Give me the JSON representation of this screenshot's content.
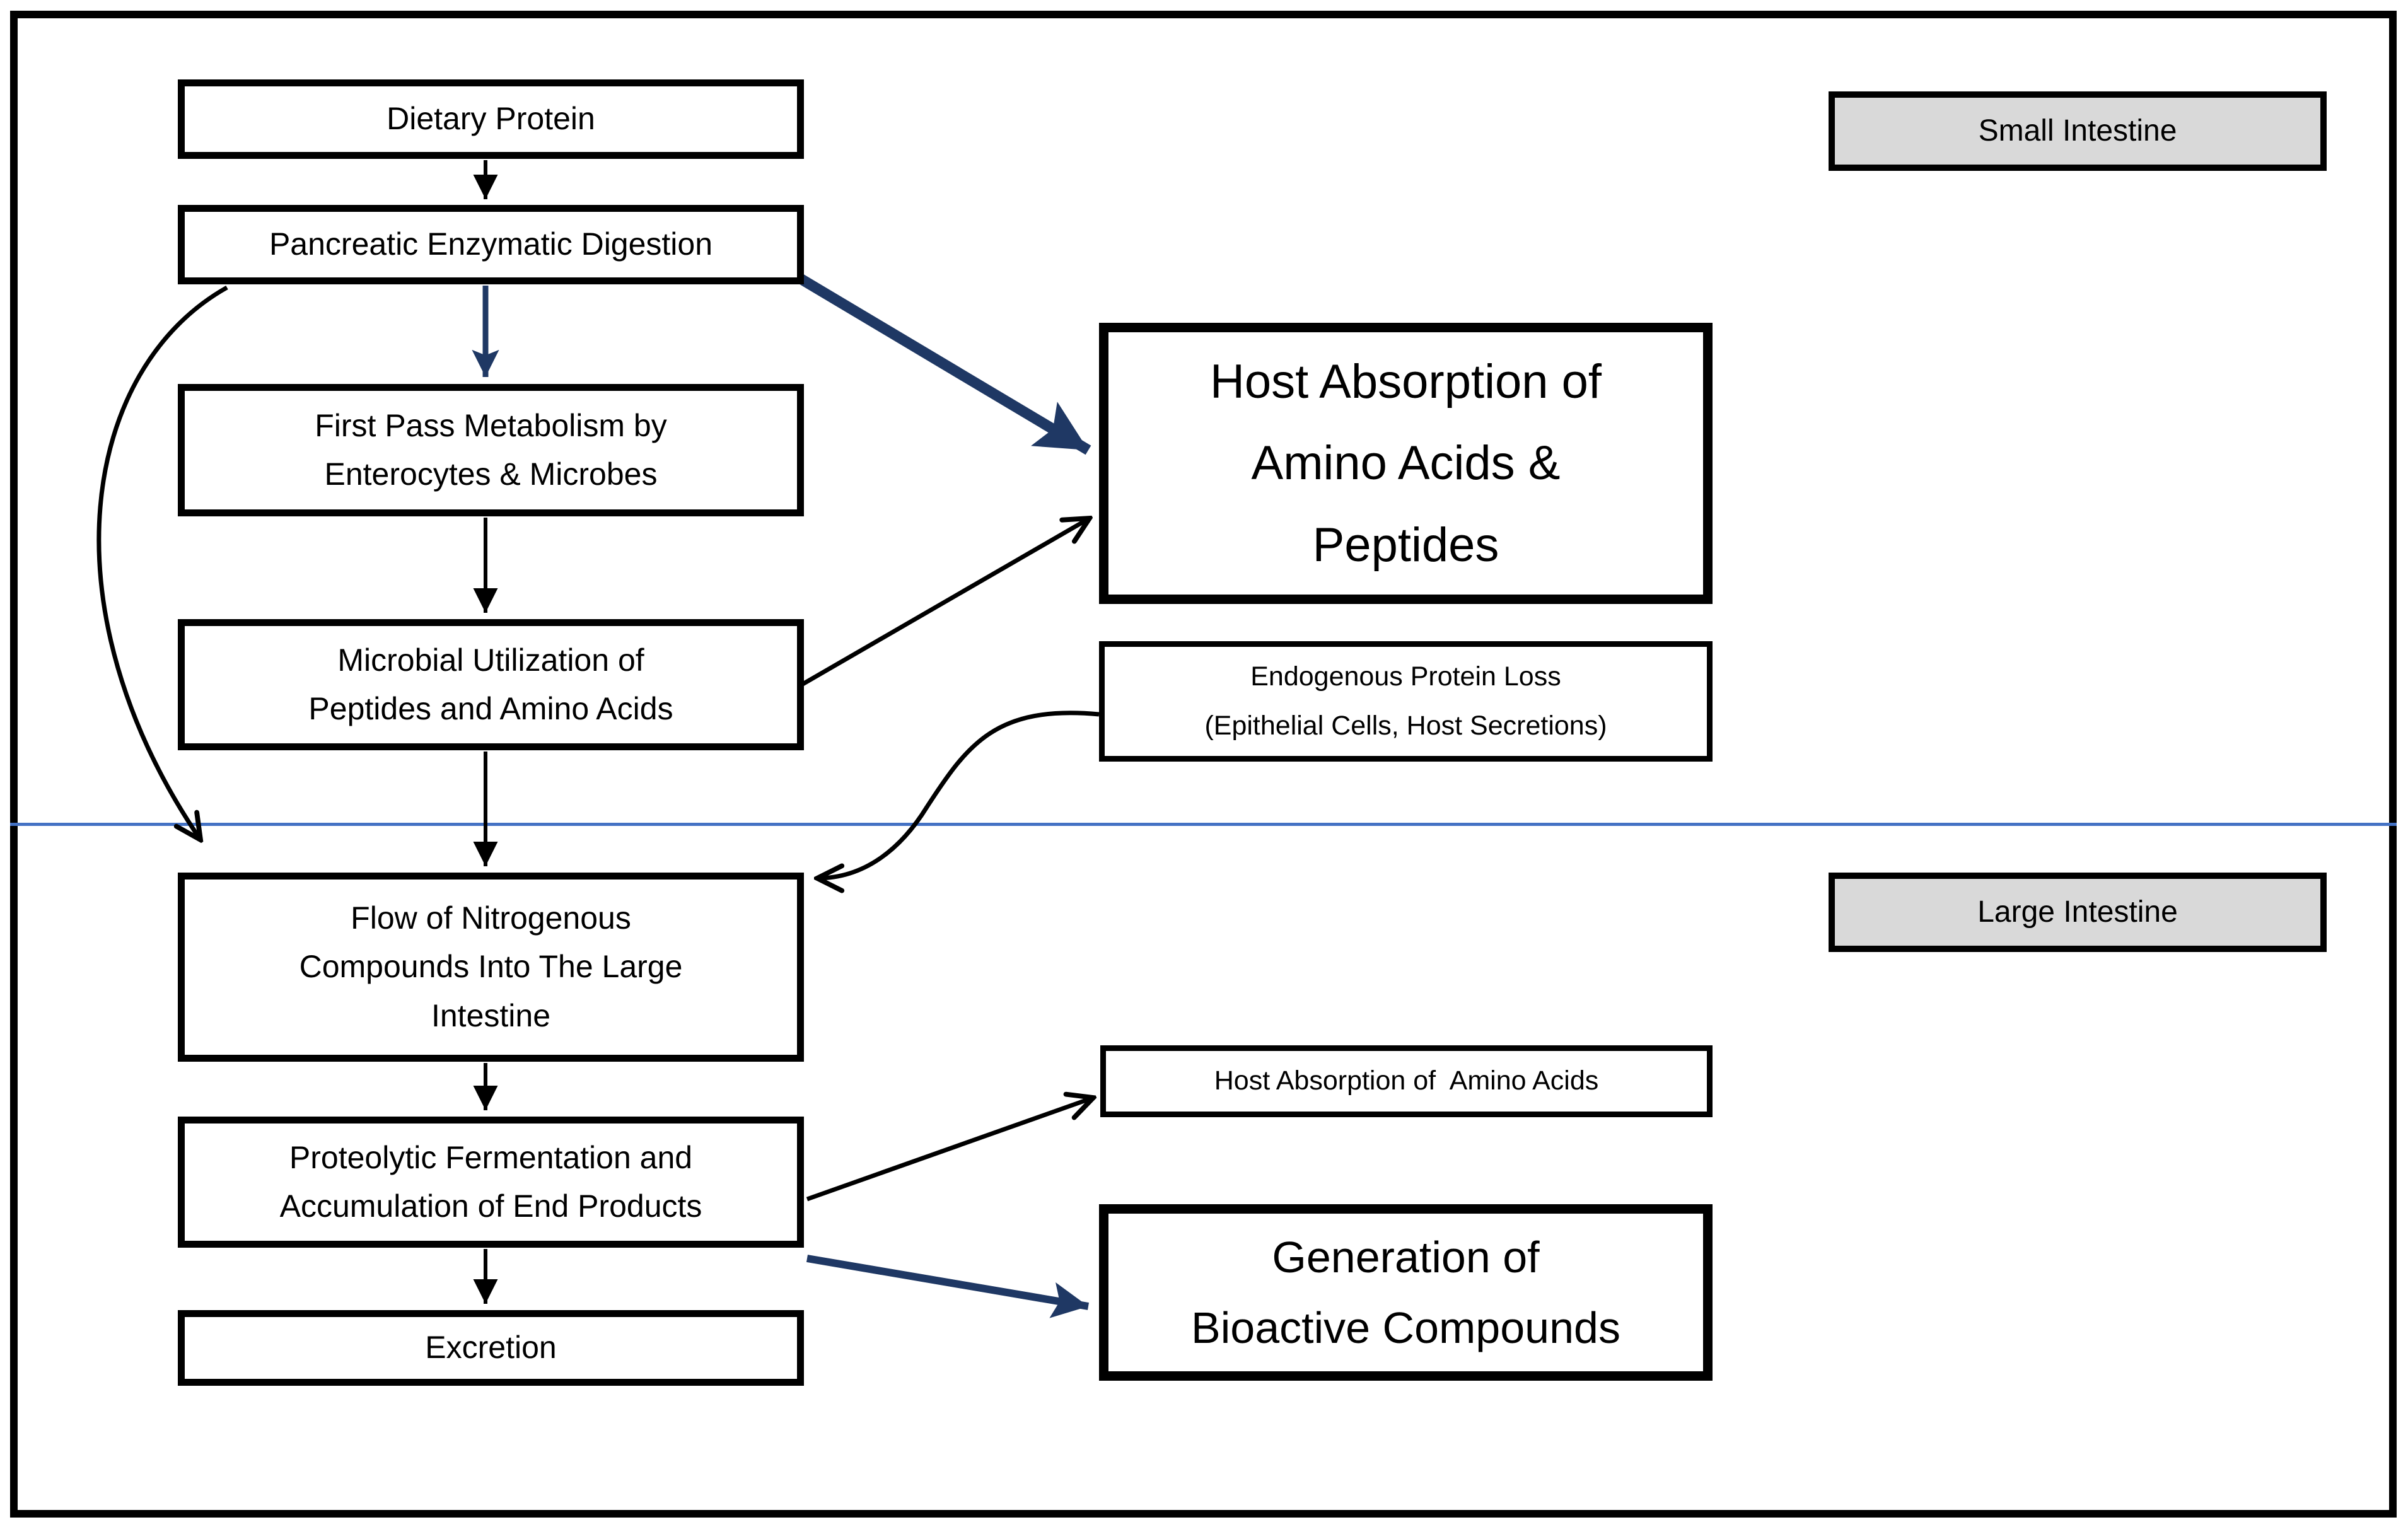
{
  "diagram": {
    "type": "flowchart",
    "region_labels": {
      "small_intestine": "Small Intestine",
      "large_intestine": "Large Intestine"
    },
    "colors": {
      "background": "#FFFFFF",
      "box_border": "#000000",
      "accent_navy": "#1F3864",
      "divider_blue": "#4472C4",
      "region_label_fill": "#D9D9D9"
    }
  },
  "boxes": {
    "dietary_protein": {
      "label": "Dietary Protein"
    },
    "pancreatic_digestion": {
      "label": "Pancreatic Enzymatic Digestion"
    },
    "first_pass": {
      "label": "First Pass Metabolism by\nEnterocytes & Microbes"
    },
    "microbial_utilization": {
      "label": "Microbial Utilization of\nPeptides and Amino Acids"
    },
    "flow_nitrogenous": {
      "label": "Flow of Nitrogenous\nCompounds Into The Large\nIntestine"
    },
    "proteolytic_fermentation": {
      "label": "Proteolytic Fermentation and\nAccumulation of End Products"
    },
    "excretion": {
      "label": "Excretion"
    },
    "host_absorption_aa_peptides": {
      "label": "Host Absorption of\nAmino Acids &\nPeptides"
    },
    "endogenous_protein_loss": {
      "label": "Endogenous Protein Loss\n(Epithelial Cells, Host Secretions)"
    },
    "host_absorption_aa": {
      "label": "Host Absorption of  Amino Acids"
    },
    "generation_bioactive": {
      "label": "Generation of\nBioactive Compounds"
    }
  },
  "connections": [
    {
      "from": "dietary_protein",
      "to": "pancreatic_digestion",
      "style": "black-solid"
    },
    {
      "from": "pancreatic_digestion",
      "to": "first_pass",
      "style": "navy-solid"
    },
    {
      "from": "pancreatic_digestion",
      "to": "host_absorption_aa_peptides",
      "style": "navy-thick"
    },
    {
      "from": "pancreatic_digestion",
      "to": "flow_nitrogenous",
      "style": "black-curved"
    },
    {
      "from": "first_pass",
      "to": "microbial_utilization",
      "style": "black-solid"
    },
    {
      "from": "microbial_utilization",
      "to": "host_absorption_aa_peptides",
      "style": "black-thin"
    },
    {
      "from": "microbial_utilization",
      "to": "flow_nitrogenous",
      "style": "black-solid"
    },
    {
      "from": "endogenous_protein_loss",
      "to": "flow_nitrogenous",
      "style": "black-curved"
    },
    {
      "from": "flow_nitrogenous",
      "to": "proteolytic_fermentation",
      "style": "black-solid"
    },
    {
      "from": "proteolytic_fermentation",
      "to": "host_absorption_aa",
      "style": "black-thin"
    },
    {
      "from": "proteolytic_fermentation",
      "to": "generation_bioactive",
      "style": "navy-thick"
    },
    {
      "from": "proteolytic_fermentation",
      "to": "excretion",
      "style": "black-solid"
    }
  ]
}
